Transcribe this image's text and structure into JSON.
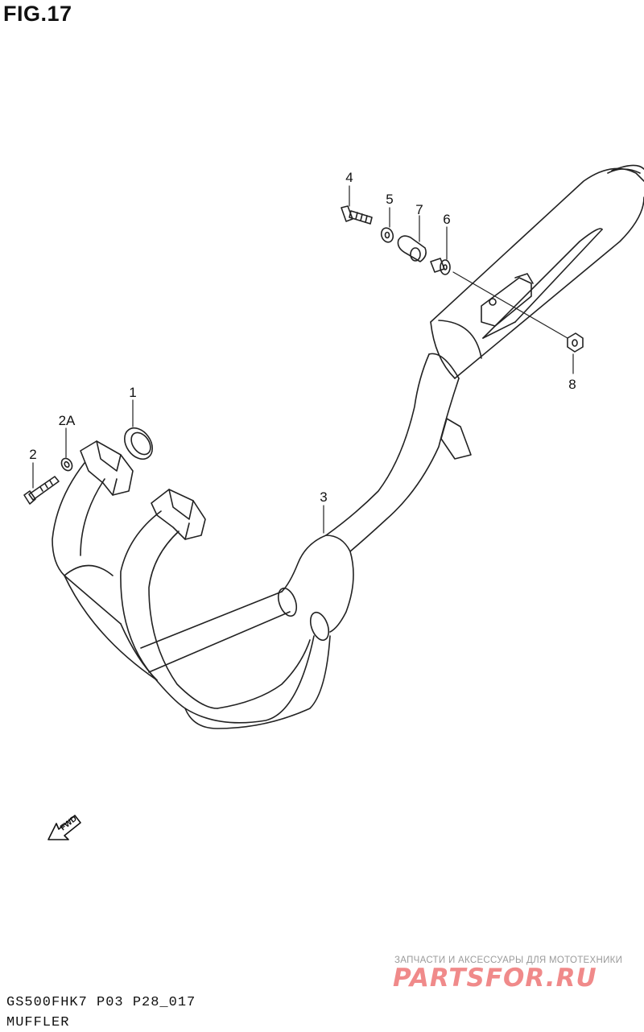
{
  "figure": {
    "title": "FIG.17"
  },
  "callouts": {
    "c1": "1",
    "c2": "2",
    "c2a": "2A",
    "c3": "3",
    "c4": "4",
    "c5": "5",
    "c6": "6",
    "c7": "7",
    "c8": "8"
  },
  "direction_marker": {
    "label": "FWD",
    "icon": "arrow-left-down-icon"
  },
  "footer": {
    "model_code": "GS500FHK7 P03 P28_017",
    "section_name": "MUFFLER"
  },
  "watermark": {
    "tagline": "ЗАПЧАСТИ И АКСЕССУАРЫ ДЛЯ МОТОТЕХНИКИ",
    "logo": "PARTSFOR.RU",
    "color": "#f08a8a"
  }
}
